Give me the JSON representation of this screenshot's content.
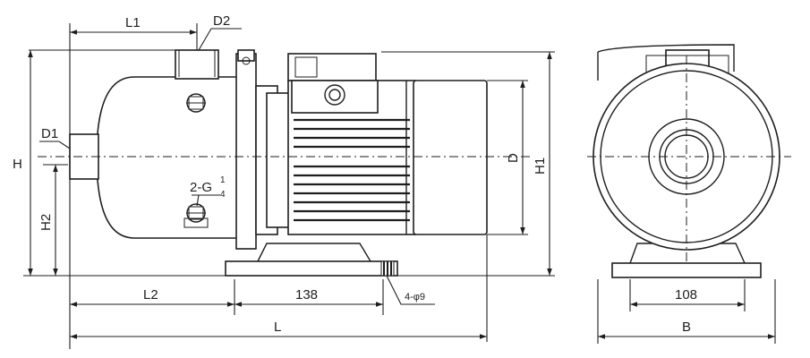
{
  "labels": {
    "L1": "L1",
    "D2": "D2",
    "D1": "D1",
    "H": "H",
    "H2": "H2",
    "D": "D",
    "H1": "H1",
    "L2": "L2",
    "dim138": "138",
    "L": "L",
    "holes": "4-φ9",
    "drain_prefix": "2-G",
    "drain_num": "1",
    "drain_den": "4",
    "dim108": "108",
    "B": "B"
  }
}
